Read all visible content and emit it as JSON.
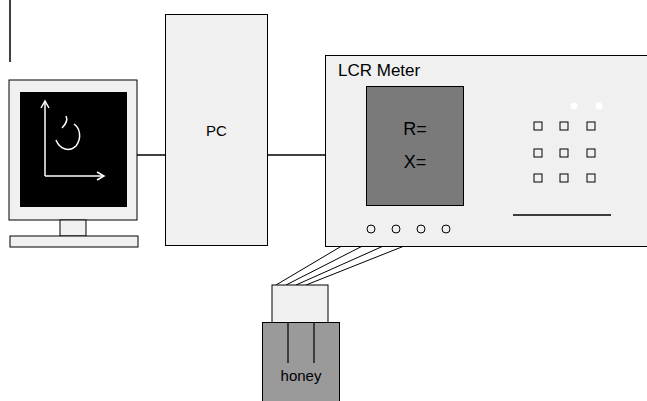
{
  "diagram": {
    "nodes": [
      {
        "text": [
          "PC"
        ]
      },
      {
        "text": [
          "LCR Meter"
        ]
      },
      {
        "text": [
          "R=",
          "X="
        ],
        "in": 1
      },
      {
        "text": [
          "honey"
        ]
      }
    ],
    "edges": [
      {
        "from": 0,
        "to": 1,
        "arrow": "none"
      }
    ]
  }
}
